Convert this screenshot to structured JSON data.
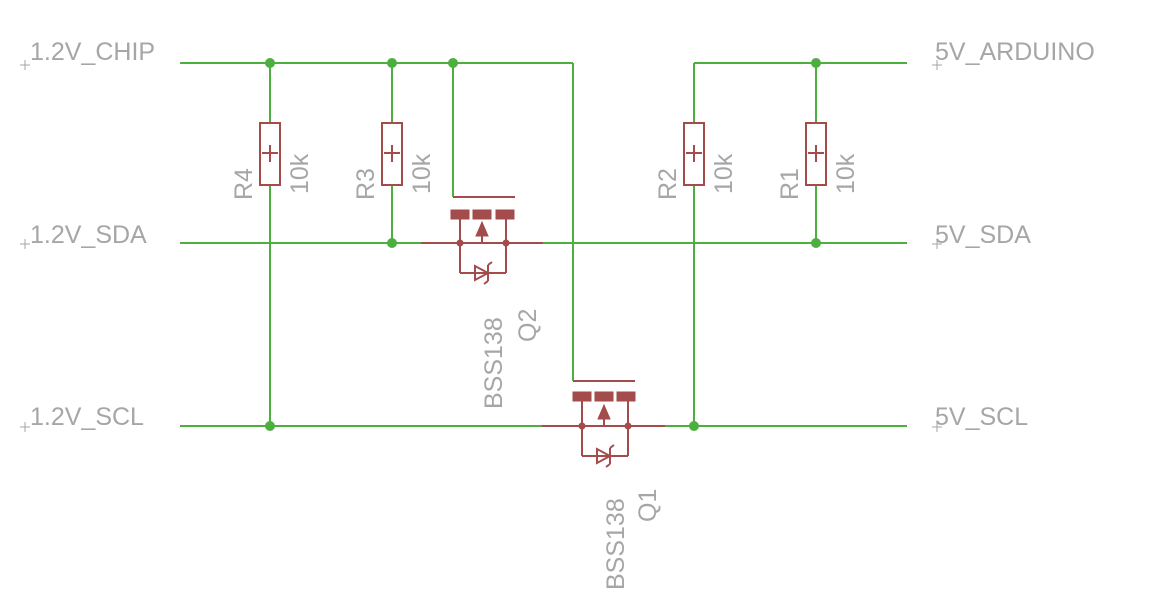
{
  "nets": {
    "left_chip": "1.2V_CHIP",
    "left_sda": "1.2V_SDA",
    "left_scl": "1.2V_SCL",
    "right_arduino": "5V_ARDUINO",
    "right_sda": "5V_SDA",
    "right_scl": "5V_SCL"
  },
  "resistors": [
    {
      "name": "R4",
      "value": "10k"
    },
    {
      "name": "R3",
      "value": "10k"
    },
    {
      "name": "R2",
      "value": "10k"
    },
    {
      "name": "R1",
      "value": "10k"
    }
  ],
  "transistors": [
    {
      "name": "Q2",
      "part": "BSS138"
    },
    {
      "name": "Q1",
      "part": "BSS138"
    }
  ],
  "colors": {
    "wire": "#4caf3f",
    "component": "#a44b4b",
    "label": "#a6a6a6",
    "background": "#ffffff"
  }
}
